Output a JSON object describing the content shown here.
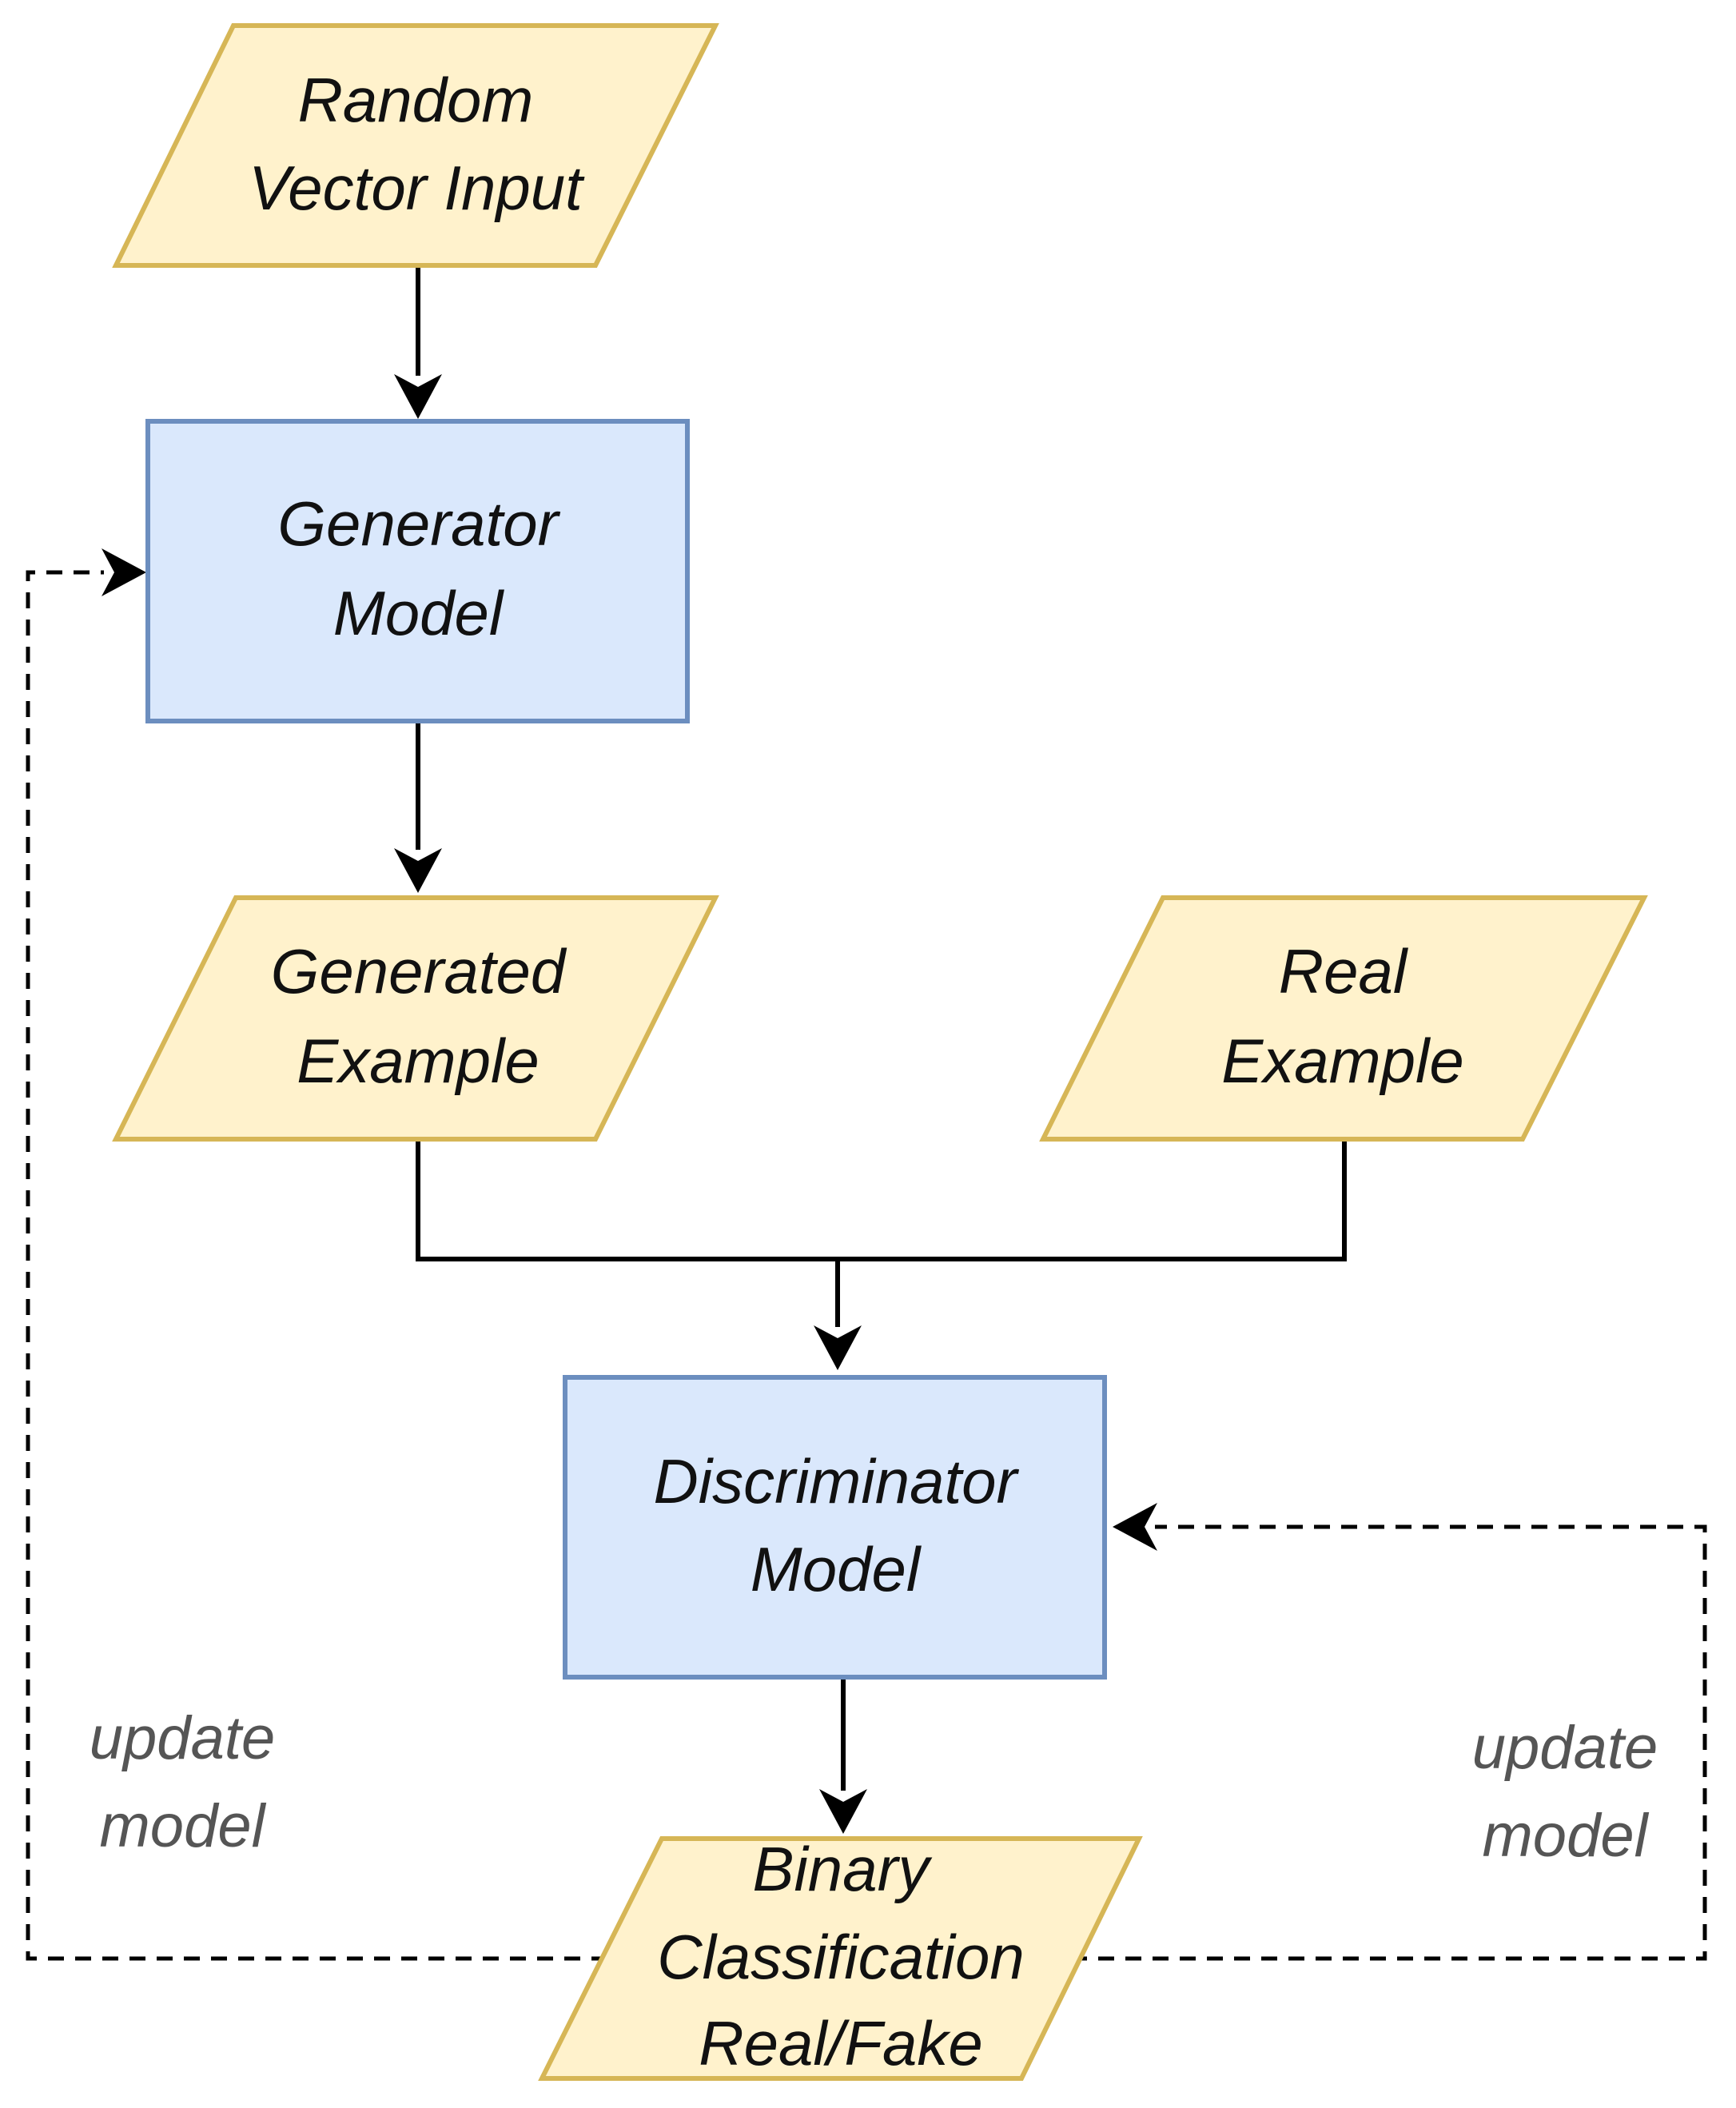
{
  "colors": {
    "io_fill": "#fff2cc",
    "io_stroke": "#d6b656",
    "process_fill": "#dae8fc",
    "process_stroke": "#6c8ebf",
    "edge": "#000000",
    "edge_label": "#555555"
  },
  "nodes": {
    "random_vector_input": {
      "line1": "Random",
      "line2": "Vector Input"
    },
    "generator_model": {
      "line1": "Generator",
      "line2": "Model"
    },
    "generated_example": {
      "line1": "Generated",
      "line2": "Example"
    },
    "real_example": {
      "line1": "Real",
      "line2": "Example"
    },
    "discriminator_model": {
      "line1": "Discriminator",
      "line2": "Model"
    },
    "binary_classification": {
      "line1": "Binary",
      "line2": "Classification",
      "line3": "Real/Fake"
    }
  },
  "edge_labels": {
    "update_generator": {
      "line1": "update",
      "line2": "model"
    },
    "update_discriminator": {
      "line1": "update",
      "line2": "model"
    }
  }
}
